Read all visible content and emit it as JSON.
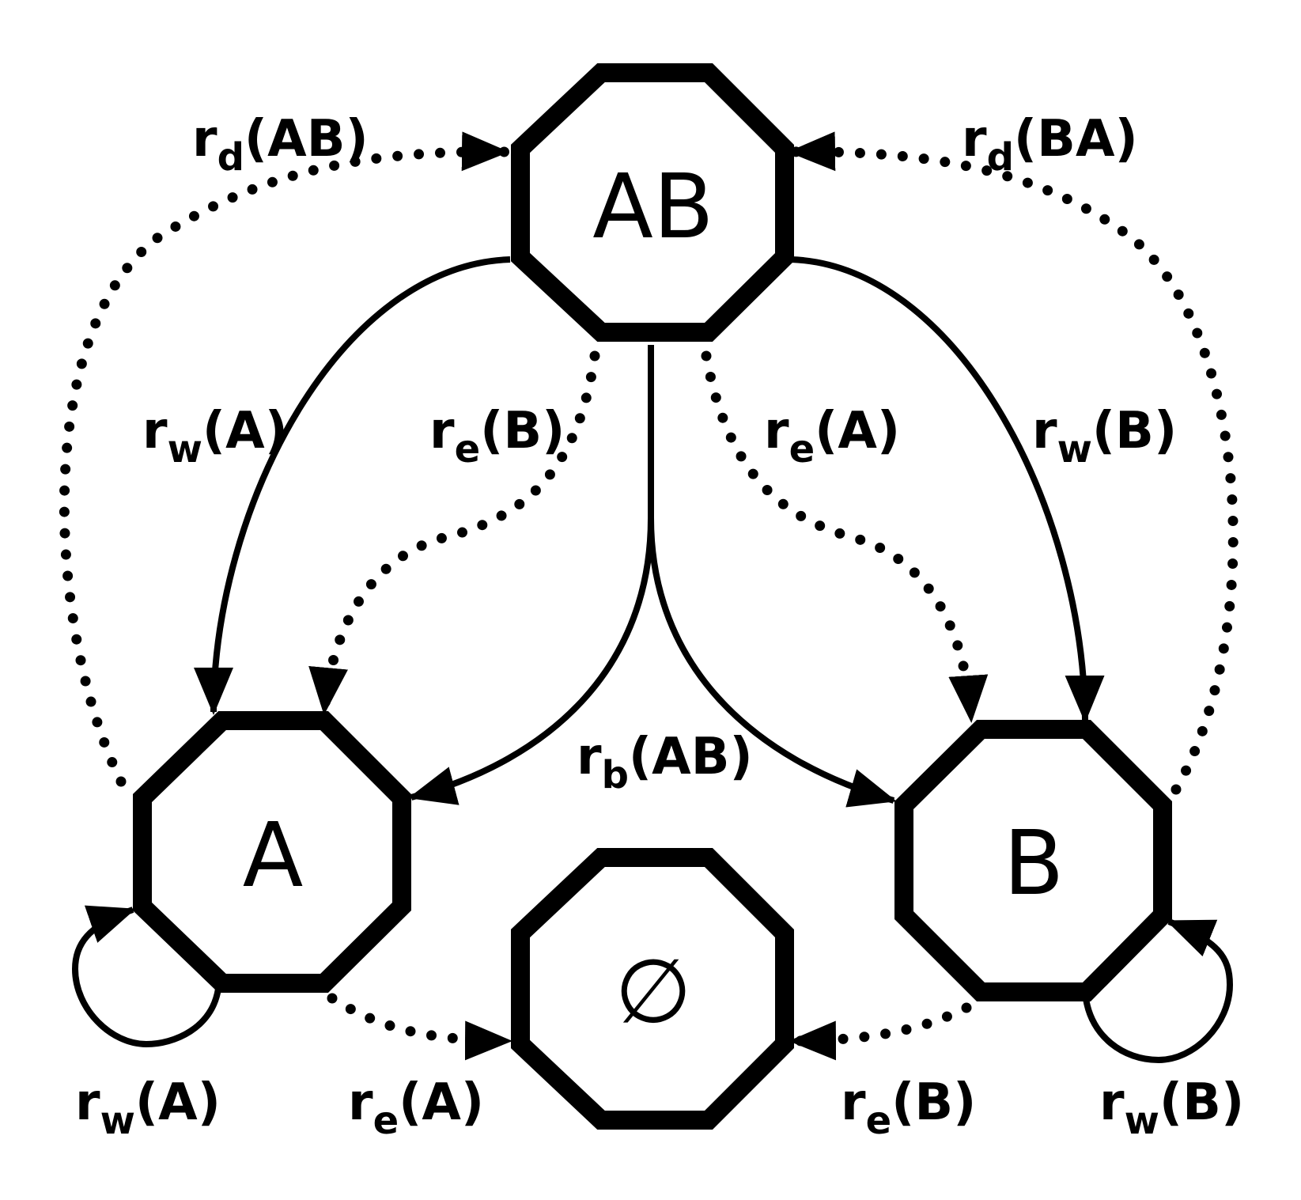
{
  "nodes": {
    "ab": "AB",
    "a": "A",
    "b": "B",
    "empty": "∅"
  },
  "edges": {
    "rd_ab": {
      "r": "r",
      "sub": "d",
      "arg": "(AB)"
    },
    "rd_ba": {
      "r": "r",
      "sub": "d",
      "arg": "(BA)"
    },
    "rw_a_top": {
      "r": "r",
      "sub": "w",
      "arg": "(A)"
    },
    "re_b_top": {
      "r": "r",
      "sub": "e",
      "arg": "(B)"
    },
    "re_a_top": {
      "r": "r",
      "sub": "e",
      "arg": "(A)"
    },
    "rw_b_top": {
      "r": "r",
      "sub": "w",
      "arg": "(B)"
    },
    "rb_ab": {
      "r": "r",
      "sub": "b",
      "arg": "(AB)"
    },
    "rw_a_loop": {
      "r": "r",
      "sub": "w",
      "arg": "(A)"
    },
    "re_a_bot": {
      "r": "r",
      "sub": "e",
      "arg": "(A)"
    },
    "re_b_bot": {
      "r": "r",
      "sub": "e",
      "arg": "(B)"
    },
    "rw_b_loop": {
      "r": "r",
      "sub": "w",
      "arg": "(B)"
    }
  },
  "colors": {
    "stroke": "#000000",
    "background": "#ffffff"
  }
}
